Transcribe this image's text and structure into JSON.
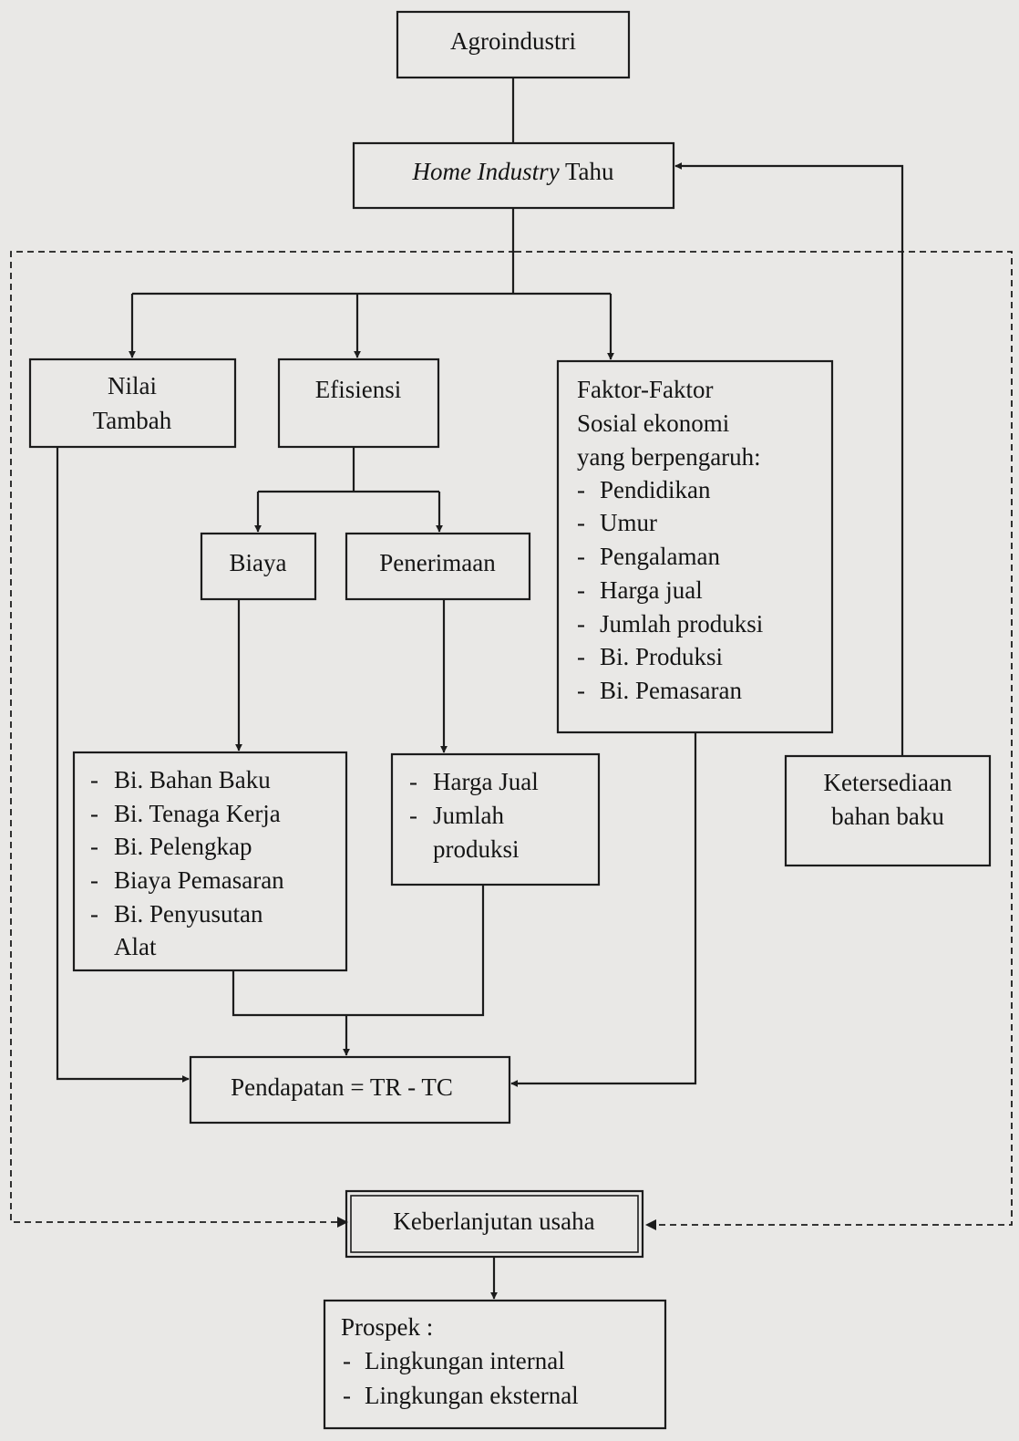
{
  "diagram": {
    "agroindustri": "Agroindustri",
    "home_industry": {
      "italic": "Home Industry",
      "plain": "Tahu"
    },
    "nilai_tambah": [
      "Nilai",
      "Tambah"
    ],
    "efisiensi": "Efisiensi",
    "biaya": "Biaya",
    "penerimaan": "Penerimaan",
    "faktor": {
      "heading": [
        "Faktor-Faktor",
        "Sosial ekonomi",
        "yang berpengaruh:"
      ],
      "items": [
        "Pendidikan",
        "Umur",
        "Pengalaman",
        "Harga jual",
        "Jumlah produksi",
        "Bi. Produksi",
        "Bi. Pemasaran"
      ]
    },
    "biaya_items": [
      "Bi. Bahan Baku",
      "Bi. Tenaga Kerja",
      "Bi. Pelengkap",
      "Biaya Pemasaran",
      "Bi. Penyusutan",
      "Alat"
    ],
    "penerimaan_items": [
      "Harga Jual",
      "Jumlah",
      "produksi"
    ],
    "ketersediaan": [
      "Ketersediaan",
      "bahan baku"
    ],
    "pendapatan": "Pendapatan = TR - TC",
    "keberlanjutan": "Keberlanjutan usaha",
    "prospek": {
      "heading": "Prospek :",
      "items": [
        "Lingkungan internal",
        "Lingkungan eksternal"
      ]
    },
    "bullet": "-"
  }
}
